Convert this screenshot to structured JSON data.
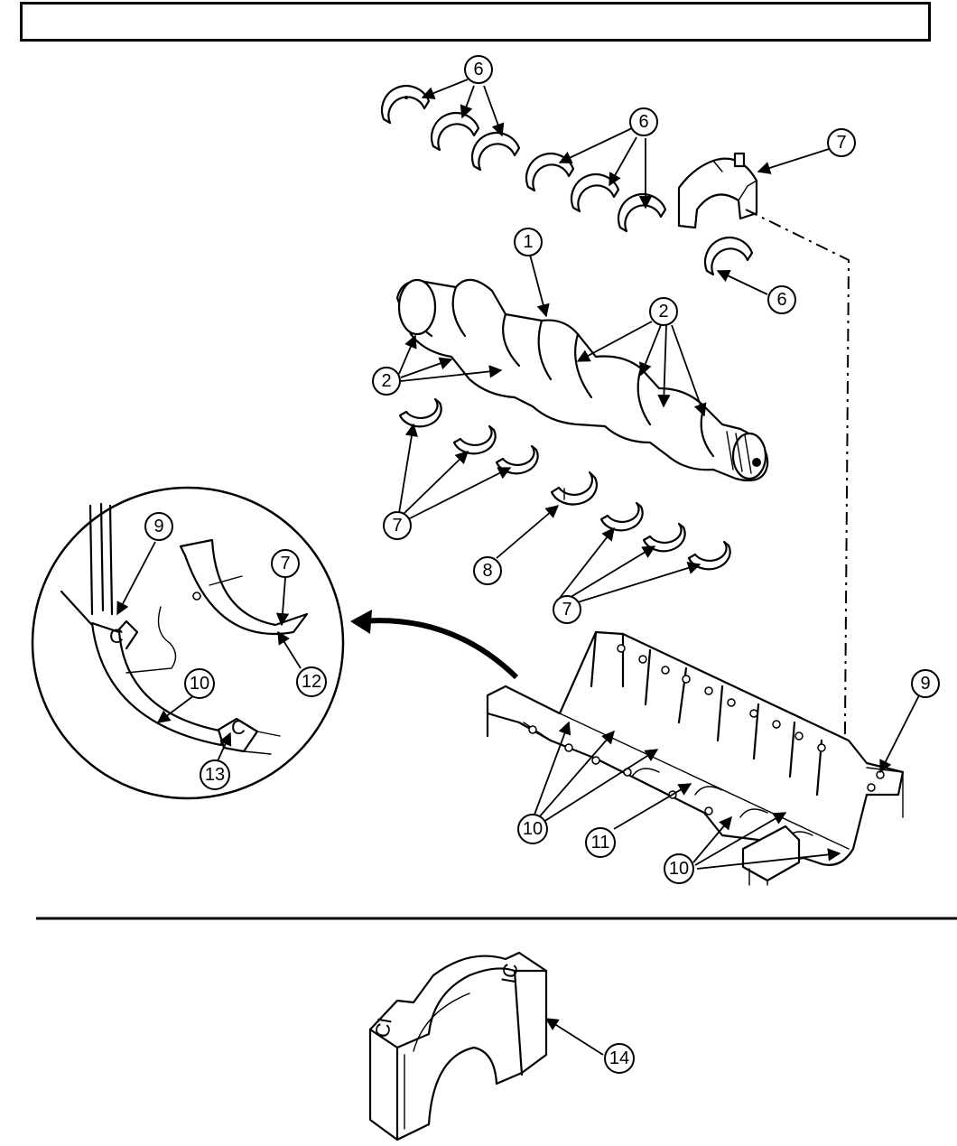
{
  "title_box": {
    "text": ""
  },
  "callouts": [
    {
      "id": "c6a",
      "label": "6"
    },
    {
      "id": "c6b",
      "label": "6"
    },
    {
      "id": "c6c",
      "label": "6"
    },
    {
      "id": "c7a",
      "label": "7"
    },
    {
      "id": "c1",
      "label": "1"
    },
    {
      "id": "c2a",
      "label": "2"
    },
    {
      "id": "c2b",
      "label": "2"
    },
    {
      "id": "c7b",
      "label": "7"
    },
    {
      "id": "c8",
      "label": "8"
    },
    {
      "id": "c7c",
      "label": "7"
    },
    {
      "id": "c9a",
      "label": "9"
    },
    {
      "id": "c7d",
      "label": "7"
    },
    {
      "id": "c12",
      "label": "12"
    },
    {
      "id": "c10a",
      "label": "10"
    },
    {
      "id": "c13",
      "label": "13"
    },
    {
      "id": "c9b",
      "label": "9"
    },
    {
      "id": "c10b",
      "label": "10"
    },
    {
      "id": "c11",
      "label": "11"
    },
    {
      "id": "c10c",
      "label": "10"
    },
    {
      "id": "c14",
      "label": "14"
    }
  ],
  "cap_markings": {
    "left": "CI",
    "right": "IC"
  }
}
